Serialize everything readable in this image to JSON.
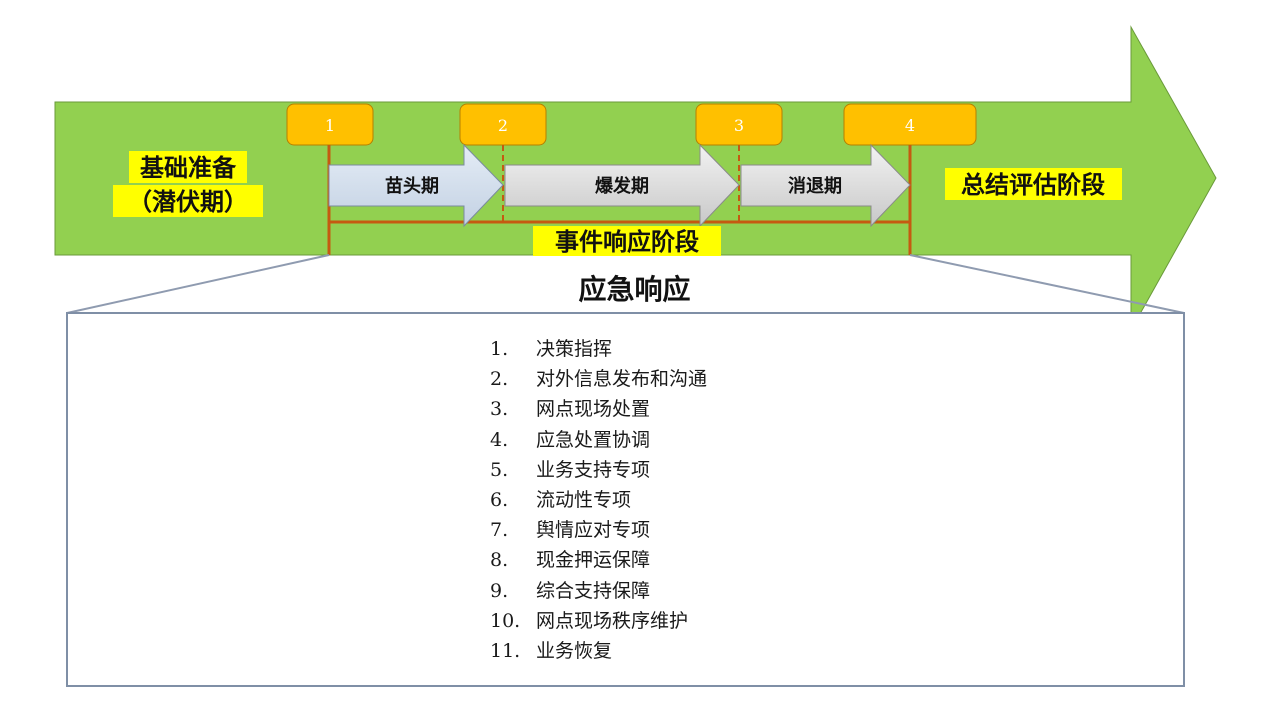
{
  "background_stage": "基础准备",
  "background_stage_sub": "（潜伏期）",
  "final_stage": "总结评估阶段",
  "response_stage": "事件响应阶段",
  "phases": [
    {
      "marker": "1",
      "label": "苗头期"
    },
    {
      "marker": "2",
      "label": "爆发期"
    },
    {
      "marker": "3",
      "label": "消退期"
    },
    {
      "marker": "4",
      "label": ""
    }
  ],
  "section_title": "应急响应",
  "items": [
    {
      "num": "1.",
      "text": "决策指挥"
    },
    {
      "num": "2.",
      "text": "对外信息发布和沟通"
    },
    {
      "num": "3.",
      "text": "网点现场处置"
    },
    {
      "num": "4.",
      "text": "应急处置协调"
    },
    {
      "num": "5.",
      "text": "业务支持专项"
    },
    {
      "num": "6.",
      "text": "流动性专项"
    },
    {
      "num": "7.",
      "text": "舆情应对专项"
    },
    {
      "num": "8.",
      "text": "现金押运保障"
    },
    {
      "num": "9.",
      "text": "综合支持保障"
    },
    {
      "num": "10.",
      "text": "网点现场秩序维护"
    },
    {
      "num": "11.",
      "text": "业务恢复"
    }
  ],
  "colors": {
    "arrow_green": "#92D050",
    "marker_orange": "#FFC000",
    "bracket_brown": "#C55A11",
    "highlight_yellow": "#FFFF00",
    "phase_arrow": "#DCE6F1",
    "box_border": "#7F8FA6"
  }
}
